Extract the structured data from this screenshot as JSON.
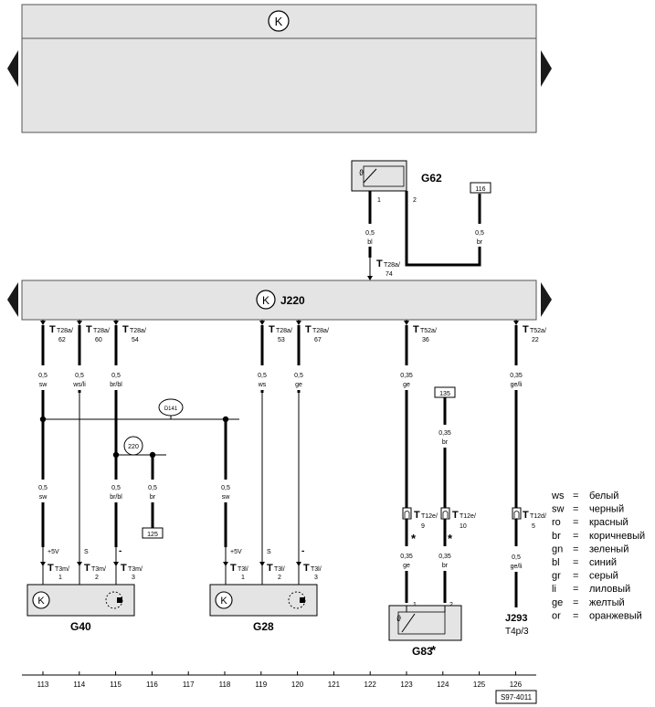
{
  "header_symbol": "K",
  "top_connector": {
    "label": "T28a/",
    "pin": "74"
  },
  "ecu": {
    "name": "J220",
    "symbol": "K"
  },
  "g62": {
    "name": "G62",
    "pin1": "1",
    "pin2": "2",
    "ref": "116",
    "wire1": {
      "size": "0,5",
      "color": "bl"
    },
    "wire2": {
      "size": "0,5",
      "color": "br"
    }
  },
  "wires": [
    {
      "conn": "T28a/",
      "pin": "62",
      "size": "0,5",
      "color": "sw"
    },
    {
      "conn": "T28a/",
      "pin": "60",
      "size": "0,5",
      "color": "ws/li"
    },
    {
      "conn": "T28a/",
      "pin": "54",
      "size": "0,5",
      "color": "br/bl"
    },
    {
      "conn": "T28a/",
      "pin": "53",
      "size": "0,5",
      "color": "ws"
    },
    {
      "conn": "T28a/",
      "pin": "67",
      "size": "0,5",
      "color": "ge"
    },
    {
      "conn": "T52a/",
      "pin": "36",
      "size": "0,35",
      "color": "ge"
    },
    {
      "conn": "T52a/",
      "pin": "22",
      "size": "0,35",
      "color": "ge/li"
    }
  ],
  "splices": {
    "d141": "D141",
    "n220": "220"
  },
  "lower_wires": [
    {
      "size": "0,5",
      "color": "sw"
    },
    {
      "size": "0,5",
      "color": "br/bl"
    },
    {
      "size": "0,5",
      "color": "br"
    },
    {
      "size": "0,5",
      "color": "sw"
    }
  ],
  "ref125": "125",
  "ref135": "135",
  "wire135": {
    "size": "0,35",
    "color": "br"
  },
  "g40": {
    "name": "G40",
    "pins": [
      {
        "sig": "+5V",
        "conn": "T3m/",
        "pin": "1"
      },
      {
        "sig": "S",
        "conn": "T3m/",
        "pin": "2"
      },
      {
        "sig": "-",
        "conn": "T3m/",
        "pin": "3"
      }
    ]
  },
  "g28": {
    "name": "G28",
    "pins": [
      {
        "sig": "+5V",
        "conn": "T3l/",
        "pin": "1"
      },
      {
        "sig": "S",
        "conn": "T3l/",
        "pin": "2"
      },
      {
        "sig": "-",
        "conn": "T3l/",
        "pin": "3"
      }
    ]
  },
  "g83": {
    "name": "G83",
    "star": "*",
    "pin1": "1",
    "pin2": "2",
    "conn_a": {
      "conn": "T12e/",
      "pin": "9",
      "star": "*"
    },
    "conn_b": {
      "conn": "T12e/",
      "pin": "10",
      "star": "*"
    },
    "wire_a": {
      "size": "0,35",
      "color": "ge"
    },
    "wire_b": {
      "size": "0,35",
      "color": "br"
    }
  },
  "j293": {
    "conn": "T12d/",
    "pin": "5",
    "size": "0,5",
    "color": "ge/li",
    "name": "J293",
    "sub": "T4p/3"
  },
  "legend": [
    {
      "code": "ws",
      "eq": "=",
      "text": "белый"
    },
    {
      "code": "sw",
      "eq": "=",
      "text": "черный"
    },
    {
      "code": "ro",
      "eq": "=",
      "text": "красный"
    },
    {
      "code": "br",
      "eq": "=",
      "text": "коричневый"
    },
    {
      "code": "gn",
      "eq": "=",
      "text": "зеленый"
    },
    {
      "code": "bl",
      "eq": "=",
      "text": "синий"
    },
    {
      "code": "gr",
      "eq": "=",
      "text": "серый"
    },
    {
      "code": "li",
      "eq": "=",
      "text": "лиловый"
    },
    {
      "code": "ge",
      "eq": "=",
      "text": "желтый"
    },
    {
      "code": "or",
      "eq": "=",
      "text": "оранжевый"
    }
  ],
  "grid_numbers": [
    "113",
    "114",
    "115",
    "116",
    "117",
    "118",
    "119",
    "120",
    "121",
    "122",
    "123",
    "124",
    "125",
    "126"
  ],
  "doc_code": "S97-4011",
  "colors": {
    "box_fill": "#e4e4e4",
    "line": "#000000",
    "arrow": "#1a1a1a"
  }
}
